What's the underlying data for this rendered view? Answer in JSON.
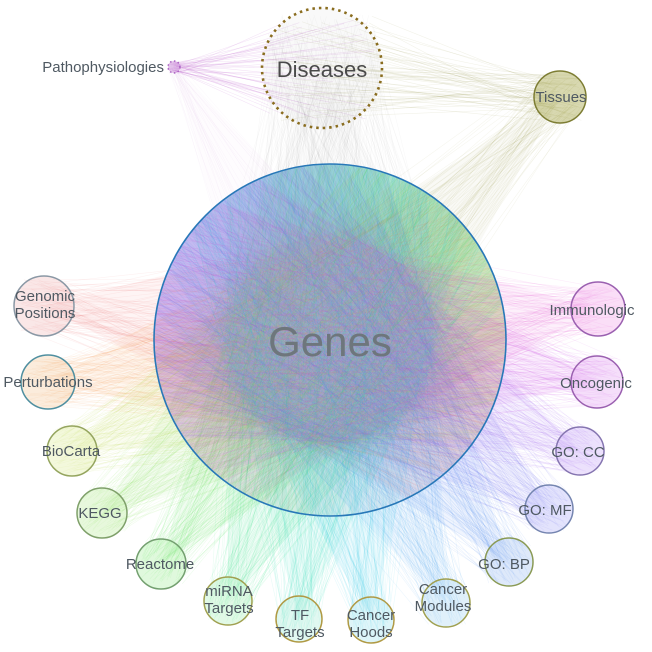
{
  "diagram": {
    "background_color": "#ffffff",
    "label_color": "#4f5962",
    "center_node": "genes",
    "nodes": [
      {
        "id": "genes",
        "label": "Genes",
        "node_stroke": "#2878b8",
        "node_fill": "#9aa8c8",
        "edge_color": "#9aa8c8"
      },
      {
        "id": "diseases",
        "label": "Diseases",
        "node_stroke": "#8a6d1f",
        "node_fill": "#b0b0b0",
        "edge_color": "#6f6f6f",
        "border_style": "dotted"
      },
      {
        "id": "pathophysiologies",
        "label": "Pathophysiologies",
        "node_stroke": "#a85cc0",
        "node_fill": "#c988d8",
        "edge_color": "#c36fd2",
        "border_style": "dotted"
      },
      {
        "id": "tissues",
        "label": "Tissues",
        "node_stroke": "#7d7d33",
        "node_fill": "#a8a84f",
        "edge_color": "#8f8f3a"
      },
      {
        "id": "genomic_positions",
        "label": "Genomic\nPositions",
        "node_stroke": "#8a98a5",
        "node_fill": "#f0b0b0",
        "edge_color": "#ee8080"
      },
      {
        "id": "perturbations",
        "label": "Perturbations",
        "node_stroke": "#4f8fa0",
        "node_fill": "#f3c08c",
        "edge_color": "#f59e52"
      },
      {
        "id": "biocarta",
        "label": "BioCarta",
        "node_stroke": "#95a55f",
        "node_fill": "#dcea9a",
        "edge_color": "#c0dd50"
      },
      {
        "id": "kegg",
        "label": "KEGG",
        "node_stroke": "#7fa06a",
        "node_fill": "#b9eb9a",
        "edge_color": "#85e258"
      },
      {
        "id": "reactome",
        "label": "Reactome",
        "node_stroke": "#74a070",
        "node_fill": "#a5ee9d",
        "edge_color": "#52e052"
      },
      {
        "id": "mirna_targets",
        "label": "miRNA\nTargets",
        "node_stroke": "#a0a050",
        "node_fill": "#a8eeb8",
        "edge_color": "#38e088"
      },
      {
        "id": "tf_targets",
        "label": "TF\nTargets",
        "node_stroke": "#b09a45",
        "node_fill": "#a8ecd8",
        "edge_color": "#28d8b8"
      },
      {
        "id": "cancer_hoods",
        "label": "Cancer\nHoods",
        "node_stroke": "#b09a45",
        "node_fill": "#a0e2ee",
        "edge_color": "#28c8e8"
      },
      {
        "id": "cancer_modules",
        "label": "Cancer\nModules",
        "node_stroke": "#a0a050",
        "node_fill": "#a6d4f2",
        "edge_color": "#45a8f0"
      },
      {
        "id": "go_bp",
        "label": "GO: BP",
        "node_stroke": "#8a9a55",
        "node_fill": "#a0c0f2",
        "edge_color": "#4585ee"
      },
      {
        "id": "go_mf",
        "label": "GO: MF",
        "node_stroke": "#7585b0",
        "node_fill": "#b0b0f5",
        "edge_color": "#6565f0"
      },
      {
        "id": "go_cc",
        "label": "GO: CC",
        "node_stroke": "#8575b0",
        "node_fill": "#c8a8f5",
        "edge_color": "#985af0"
      },
      {
        "id": "oncogenic",
        "label": "Oncogenic",
        "node_stroke": "#9a60b0",
        "node_fill": "#e2a0f2",
        "edge_color": "#cc48e8"
      },
      {
        "id": "immunologic",
        "label": "Immunologic",
        "node_stroke": "#9a60b0",
        "node_fill": "#f0a0e8",
        "edge_color": "#e855d5"
      }
    ],
    "links": [
      {
        "source": "pathophysiologies",
        "target": "diseases"
      },
      {
        "source": "tissues",
        "target": "diseases"
      },
      {
        "source": "pathophysiologies",
        "target": "genes"
      },
      {
        "source": "diseases",
        "target": "genes"
      },
      {
        "source": "tissues",
        "target": "genes"
      },
      {
        "source": "genomic_positions",
        "target": "genes"
      },
      {
        "source": "perturbations",
        "target": "genes"
      },
      {
        "source": "biocarta",
        "target": "genes"
      },
      {
        "source": "kegg",
        "target": "genes"
      },
      {
        "source": "reactome",
        "target": "genes"
      },
      {
        "source": "mirna_targets",
        "target": "genes"
      },
      {
        "source": "tf_targets",
        "target": "genes"
      },
      {
        "source": "cancer_hoods",
        "target": "genes"
      },
      {
        "source": "cancer_modules",
        "target": "genes"
      },
      {
        "source": "go_bp",
        "target": "genes"
      },
      {
        "source": "go_mf",
        "target": "genes"
      },
      {
        "source": "go_cc",
        "target": "genes"
      },
      {
        "source": "oncogenic",
        "target": "genes"
      },
      {
        "source": "immunologic",
        "target": "genes"
      }
    ]
  }
}
